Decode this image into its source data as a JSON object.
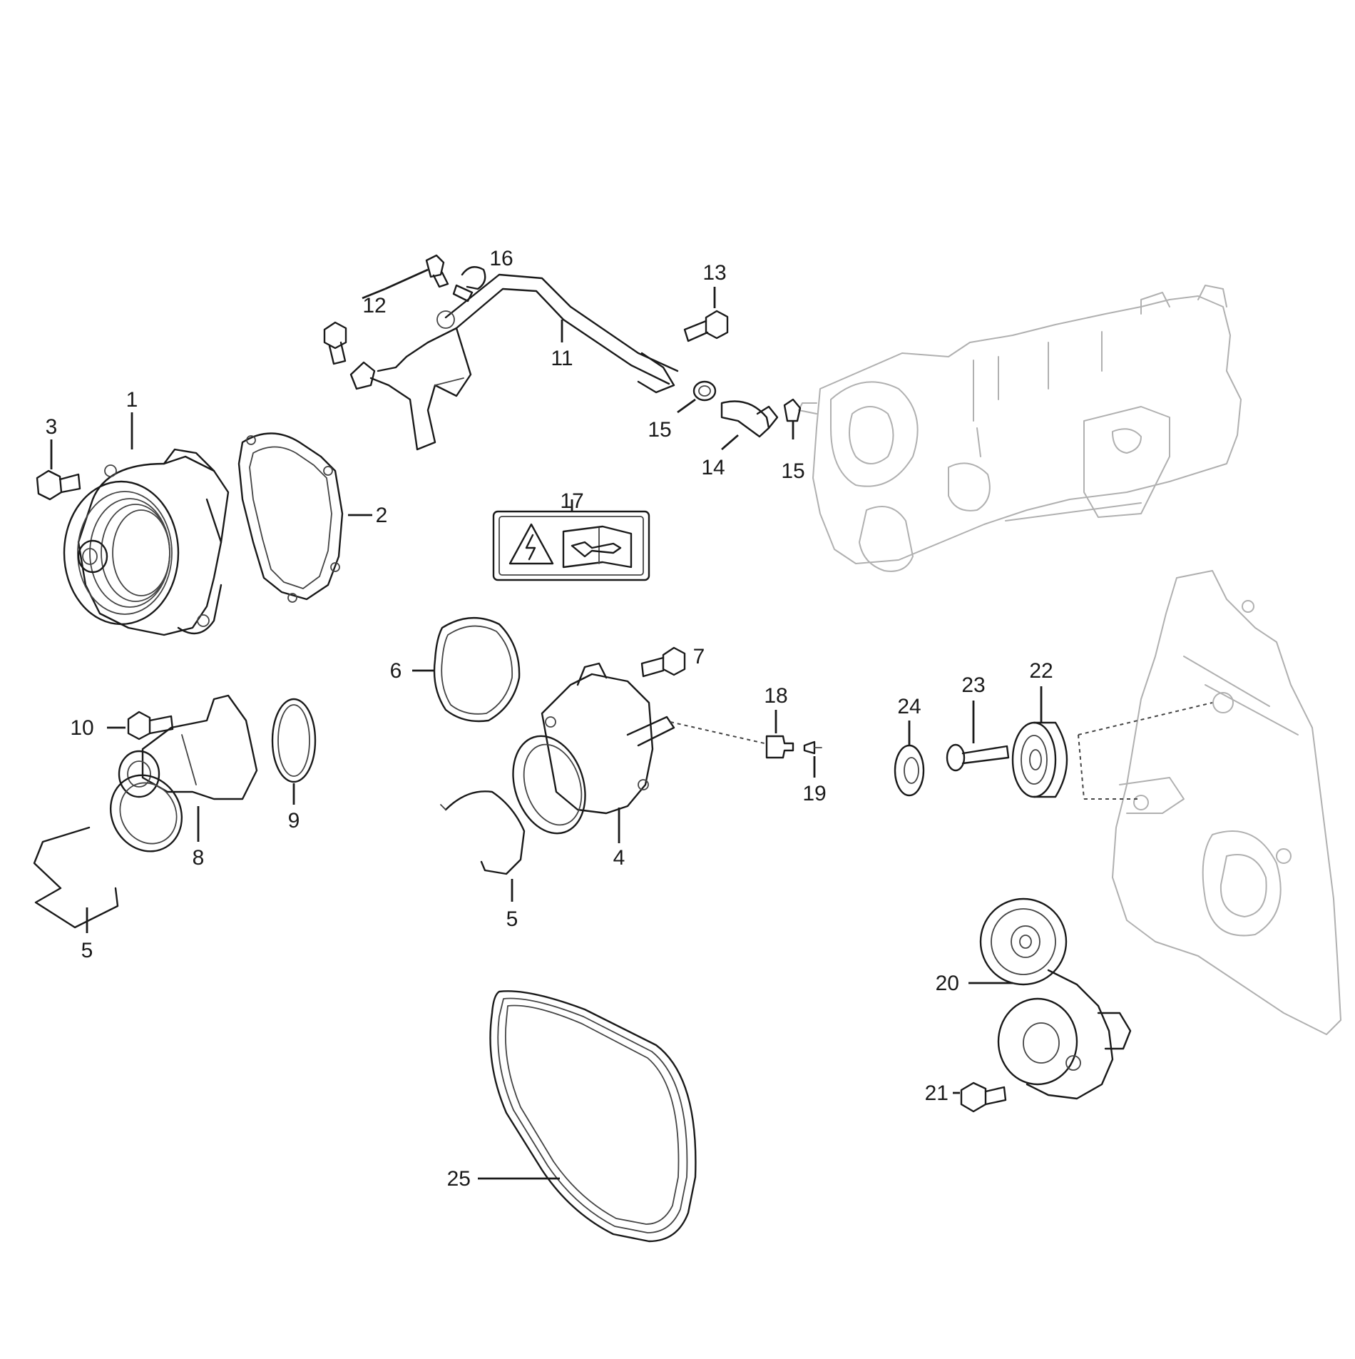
{
  "callouts": [
    {
      "id": "c1",
      "text": "1"
    },
    {
      "id": "c2",
      "text": "2"
    },
    {
      "id": "c3",
      "text": "3"
    },
    {
      "id": "c4",
      "text": "4"
    },
    {
      "id": "c5a",
      "text": "5"
    },
    {
      "id": "c5b",
      "text": "5"
    },
    {
      "id": "c6",
      "text": "6"
    },
    {
      "id": "c7",
      "text": "7"
    },
    {
      "id": "c8",
      "text": "8"
    },
    {
      "id": "c9",
      "text": "9"
    },
    {
      "id": "c10",
      "text": "10"
    },
    {
      "id": "c11",
      "text": "11"
    },
    {
      "id": "c12",
      "text": "12"
    },
    {
      "id": "c13",
      "text": "13"
    },
    {
      "id": "c14",
      "text": "14"
    },
    {
      "id": "c15a",
      "text": "15"
    },
    {
      "id": "c15b",
      "text": "15"
    },
    {
      "id": "c16",
      "text": "16"
    },
    {
      "id": "c17",
      "text": "17"
    },
    {
      "id": "c18",
      "text": "18"
    },
    {
      "id": "c19",
      "text": "19"
    },
    {
      "id": "c20",
      "text": "20"
    },
    {
      "id": "c21",
      "text": "21"
    },
    {
      "id": "c22",
      "text": "22"
    },
    {
      "id": "c23",
      "text": "23"
    },
    {
      "id": "c24",
      "text": "24"
    },
    {
      "id": "c25",
      "text": "25"
    }
  ],
  "icons": {
    "warning_label": "high-voltage-warning-icon",
    "manual_label": "service-manual-wrench-icon"
  },
  "colors": {
    "line": "#1a1a1a",
    "ghost": "#b0b0b0",
    "background": "#ffffff"
  }
}
